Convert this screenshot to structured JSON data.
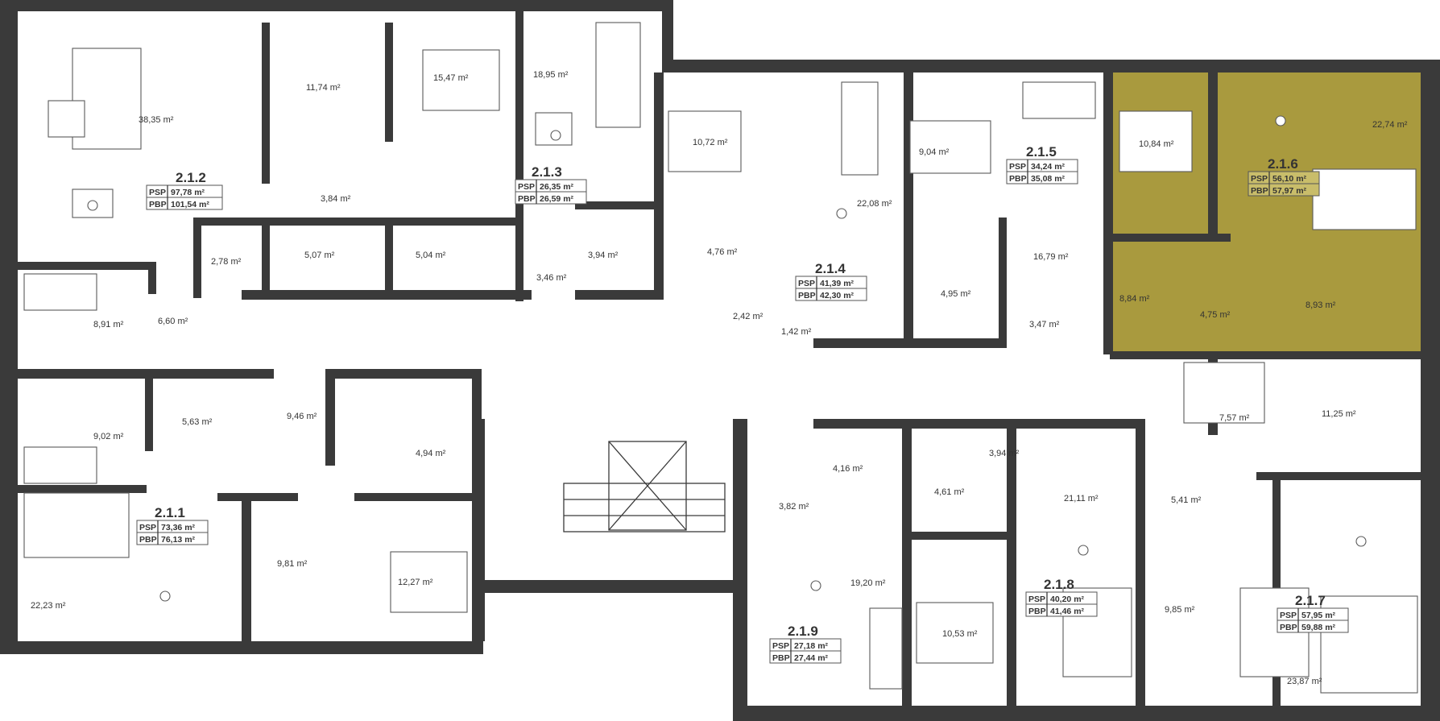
{
  "colors": {
    "wall": "#3a3a3a",
    "highlight": "#a99a3e",
    "background": "#ffffff"
  },
  "area_labels": {
    "psp": "PSP",
    "pbp": "PBP"
  },
  "apartments": [
    {
      "id": "2.1.1",
      "psp": "73,36 m²",
      "pbp": "76,13 m²"
    },
    {
      "id": "2.1.2",
      "psp": "97,78 m²",
      "pbp": "101,54 m²"
    },
    {
      "id": "2.1.3",
      "psp": "26,35 m²",
      "pbp": "26,59 m²"
    },
    {
      "id": "2.1.4",
      "psp": "41,39 m²",
      "pbp": "42,30 m²"
    },
    {
      "id": "2.1.5",
      "psp": "34,24 m²",
      "pbp": "35,08 m²"
    },
    {
      "id": "2.1.6",
      "psp": "56,10 m²",
      "pbp": "57,97 m²",
      "highlighted": true
    },
    {
      "id": "2.1.7",
      "psp": "57,95 m²",
      "pbp": "59,88 m²"
    },
    {
      "id": "2.1.8",
      "psp": "40,20 m²",
      "pbp": "41,46 m²"
    },
    {
      "id": "2.1.9",
      "psp": "27,18 m²",
      "pbp": "27,44 m²"
    }
  ],
  "rooms": [
    "38,35 m²",
    "11,74 m²",
    "15,47 m²",
    "18,95 m²",
    "10,72 m²",
    "3,84 m²",
    "2,78 m²",
    "5,07 m²",
    "5,04 m²",
    "3,94 m²",
    "3,46 m²",
    "4,76 m²",
    "8,91 m²",
    "6,60 m²",
    "9,02 m²",
    "5,63 m²",
    "9,46 m²",
    "4,94 m²",
    "22,23 m²",
    "9,81 m²",
    "12,27 m²",
    "22,08 m²",
    "9,04 m²",
    "16,79 m²",
    "4,95 m²",
    "3,47 m²",
    "2,42 m²",
    "1,42 m²",
    "10,84 m²",
    "22,74 m²",
    "8,84 m²",
    "4,75 m²",
    "8,93 m²",
    "7,57 m²",
    "11,25 m²",
    "4,16 m²",
    "4,61 m²",
    "3,94 m²",
    "21,11 m²",
    "5,41 m²",
    "3,82 m²",
    "19,20 m²",
    "10,53 m²",
    "9,85 m²",
    "23,87 m²"
  ]
}
